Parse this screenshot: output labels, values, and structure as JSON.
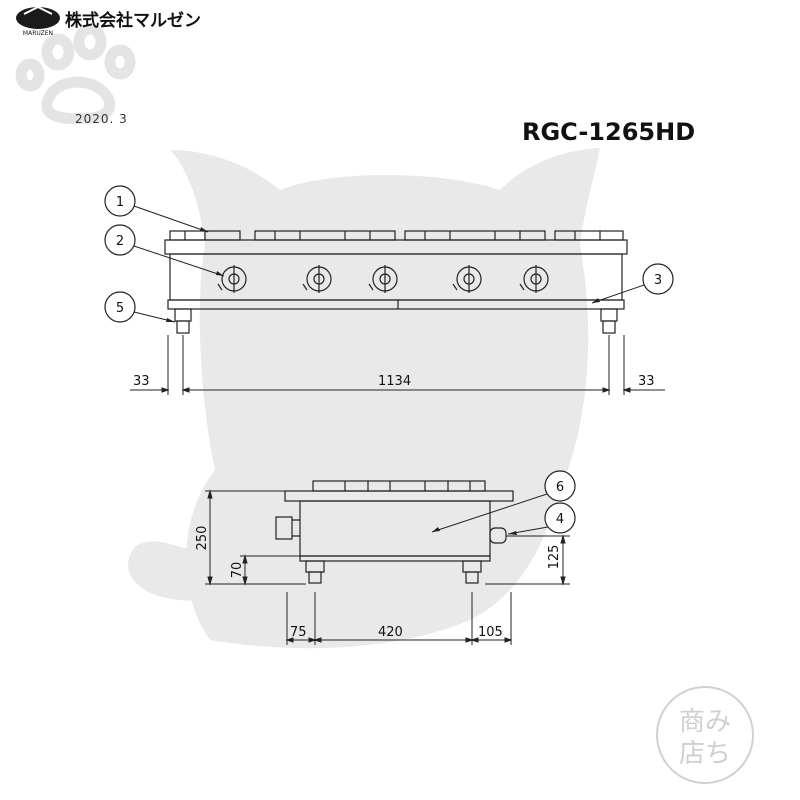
{
  "brand": {
    "logo_sub": "MARUZEN",
    "name": "株式会社マルゼン"
  },
  "date": "2020. 3",
  "model": "RGC-1265HD",
  "watermark": {
    "seal_text": "みち商店"
  },
  "callouts": [
    "1",
    "2",
    "3",
    "4",
    "5",
    "6"
  ],
  "dimensions": {
    "front_left": "33",
    "front_center": "1134",
    "front_right": "33",
    "side_height": "250",
    "side_leg": "70",
    "side_right": "125",
    "side_left": "75",
    "side_center": "420",
    "side_right_bottom": "105"
  },
  "colors": {
    "ink": "#222222",
    "watermark": "#e9e9e9",
    "paw": "#e4e4e4"
  }
}
